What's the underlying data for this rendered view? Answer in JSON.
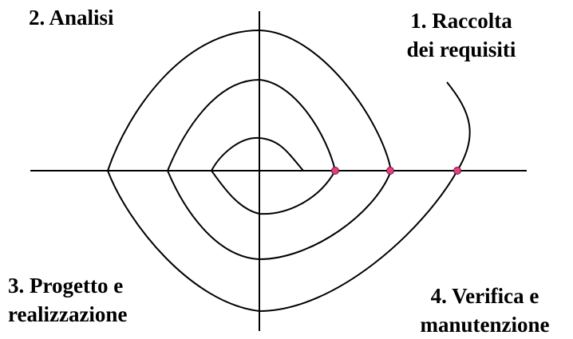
{
  "labels": {
    "q1": {
      "line1": "1.   Raccolta",
      "line2": "dei requisiti"
    },
    "q2": {
      "line1": "2. Analisi"
    },
    "q3": {
      "line1": "3. Progetto e",
      "line2": "realizzazione"
    },
    "q4": {
      "line1": "4. Verifica e",
      "line2": "manutenzione"
    }
  },
  "colors": {
    "stroke": "#000000",
    "marker_fill": "#e0407f",
    "marker_stroke": "#7a1040",
    "background": "#ffffff"
  }
}
